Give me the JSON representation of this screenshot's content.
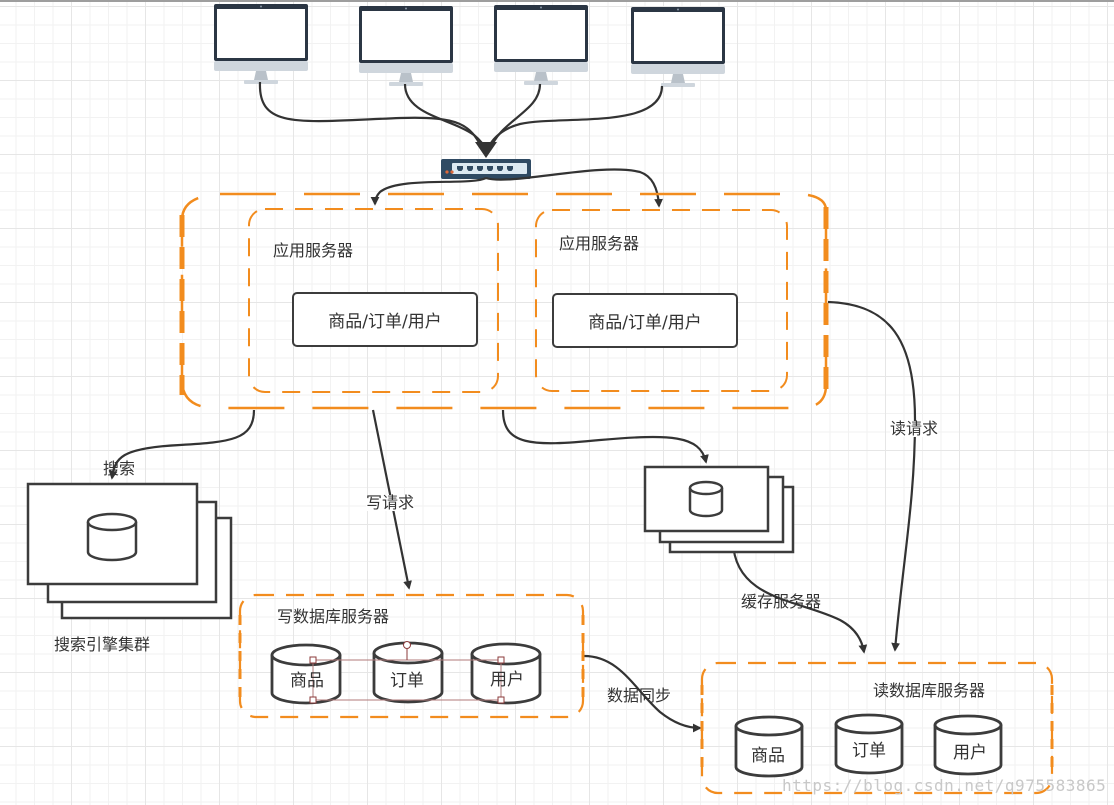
{
  "diagram": {
    "clients": [
      {
        "name": "client-1",
        "icon": "monitor-icon"
      },
      {
        "name": "client-2",
        "icon": "monitor-icon"
      },
      {
        "name": "client-3",
        "icon": "monitor-icon"
      },
      {
        "name": "client-4",
        "icon": "monitor-icon"
      }
    ],
    "load_balancer": {
      "icon": "network-switch-icon"
    },
    "app_cluster": {
      "servers": [
        {
          "title": "应用服务器",
          "module": "商品/订单/用户"
        },
        {
          "title": "应用服务器",
          "module": "商品/订单/用户"
        }
      ]
    },
    "search": {
      "edge_label": "搜索",
      "cluster_label": "搜索引擎集群"
    },
    "write_db": {
      "edge_label": "写请求",
      "title": "写数据库服务器",
      "tables": [
        "商品",
        "订单",
        "用户"
      ]
    },
    "cache": {
      "label": "缓存服务器"
    },
    "read_db": {
      "edge_label": "读请求",
      "title": "读数据库服务器",
      "tables": [
        "商品",
        "订单",
        "用户"
      ]
    },
    "sync": {
      "edge_label": "数据同步"
    },
    "colors": {
      "accent_orange": "#f28c1e",
      "stroke_dark": "#333333",
      "monitor_frame": "#2b3644",
      "switch_body": "#2f4a63"
    }
  },
  "watermark": "https://blog.csdn.net/q975583865"
}
